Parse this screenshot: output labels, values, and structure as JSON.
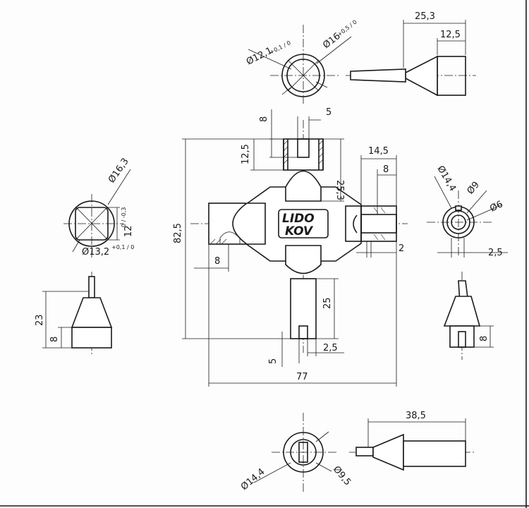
{
  "drawing": {
    "logo": {
      "line1": "LIDO",
      "line2": "KOV"
    },
    "dimensions": {
      "top_diam_inner": "Ø12,1",
      "top_diam_inner_tol": "+0,1 / 0",
      "top_diam_outer": "Ø16",
      "top_diam_outer_tol": "+0,5 / 0",
      "top_len_total": "25,3",
      "top_len_tip": "12,5",
      "center_slot_width": "5",
      "center_slot_depth": "8",
      "center_head_depth": "12,5",
      "center_head_len": "25,3",
      "center_height": "82,5",
      "center_width": "77",
      "center_left_depth": "8",
      "center_right_len": "14,5",
      "center_right_inner": "8",
      "center_right_gap": "2",
      "center_bottom_len": "25",
      "center_bottom_width": "2,5",
      "center_bottom_slot": "5",
      "left_diam_outer": "Ø16,3",
      "left_square": "12",
      "left_square_tol": "0 / -0,3",
      "left_diam_inner": "Ø13,2",
      "left_diam_inner_tol": "+0,1 / 0",
      "left_height": "23",
      "left_step": "8",
      "right_diam_outer": "Ø14,4",
      "right_diam_mid": "Ø9",
      "right_diam_inner": "Ø6",
      "right_offset": "2,5",
      "right_step": "8",
      "bottom_len": "38,5",
      "bottom_diam_outer": "Ø14,4",
      "bottom_diam_inner": "Ø9,5"
    }
  }
}
